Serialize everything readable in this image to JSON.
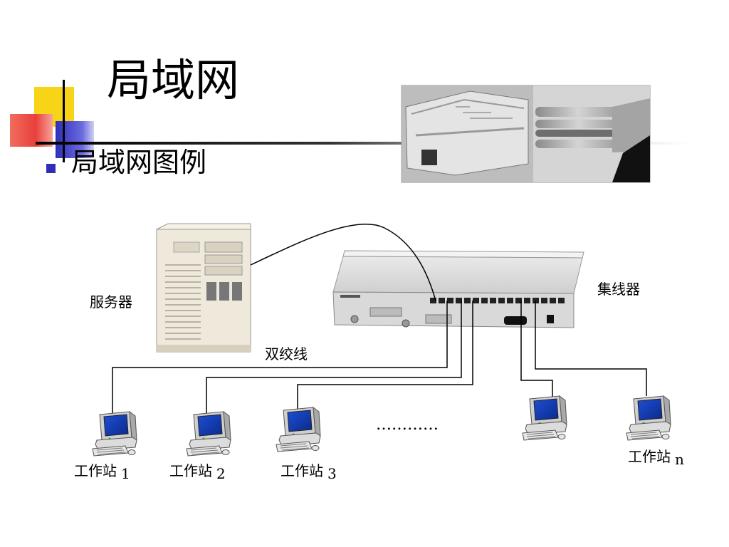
{
  "slide": {
    "title": "局域网",
    "bullet": "局域网图例"
  },
  "diagram": {
    "server_label": "服务器",
    "hub_label": "集线器",
    "cable_label": "双绞线",
    "ellipsis": "…………",
    "workstations": [
      {
        "label": "工作站",
        "index": "1"
      },
      {
        "label": "工作站",
        "index": "2"
      },
      {
        "label": "工作站",
        "index": "3"
      },
      {
        "label": "",
        "index": ""
      },
      {
        "label": "工作站",
        "index": "n"
      }
    ]
  },
  "colors": {
    "accent_yellow": "#f7d417",
    "accent_red": "#e8403a",
    "accent_blue": "#2e2eb8",
    "line": "#000000"
  }
}
